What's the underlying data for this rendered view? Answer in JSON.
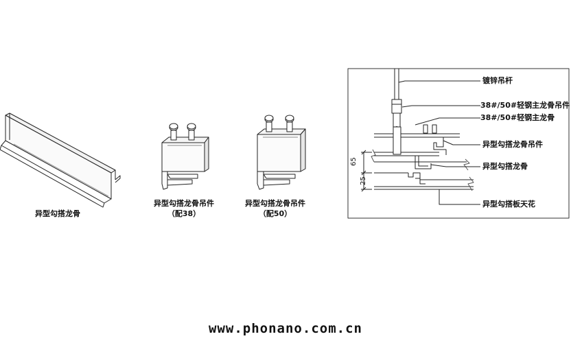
{
  "components": {
    "keel": {
      "label": "异型勾搭龙骨"
    },
    "hanger38": {
      "label": "异型勾搭龙骨吊件",
      "sublabel": "（配38）"
    },
    "hanger50": {
      "label": "异型勾搭龙骨吊件",
      "sublabel": "（配50）"
    }
  },
  "section": {
    "callouts": [
      "镀锌吊杆",
      "38#/50#轻钢主龙骨吊件",
      "38#/50#轻钢主龙骨",
      "异型勾搭龙骨吊件",
      "异型勾搭龙骨",
      "异型勾搭板天花"
    ],
    "dimensions": [
      "65",
      "25"
    ]
  },
  "footer": {
    "url": "www.phonano.com.cn"
  }
}
